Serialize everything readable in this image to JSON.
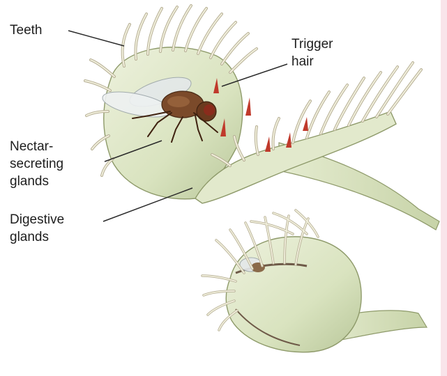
{
  "labels": {
    "teeth": [
      "Teeth"
    ],
    "trigger_hair": [
      "Trigger",
      "hair"
    ],
    "nectar_glands": [
      "Nectar-",
      "secreting",
      "glands"
    ],
    "digestive_glands": [
      "Digestive",
      "glands"
    ]
  },
  "colors": {
    "leaf_fill": "#d9e3bf",
    "leaf_light": "#edf1dd",
    "leaf_outline": "#8e9a6a",
    "teeth": "#f1efdc",
    "trigger_hair": "#c0392b",
    "fly_body": "#7b4a2a",
    "fly_wing": "#e4e8ea",
    "edge_strip": "#f9e4ea",
    "leader_line": "#2a2a2a"
  },
  "icons": [
    "fly-icon"
  ]
}
